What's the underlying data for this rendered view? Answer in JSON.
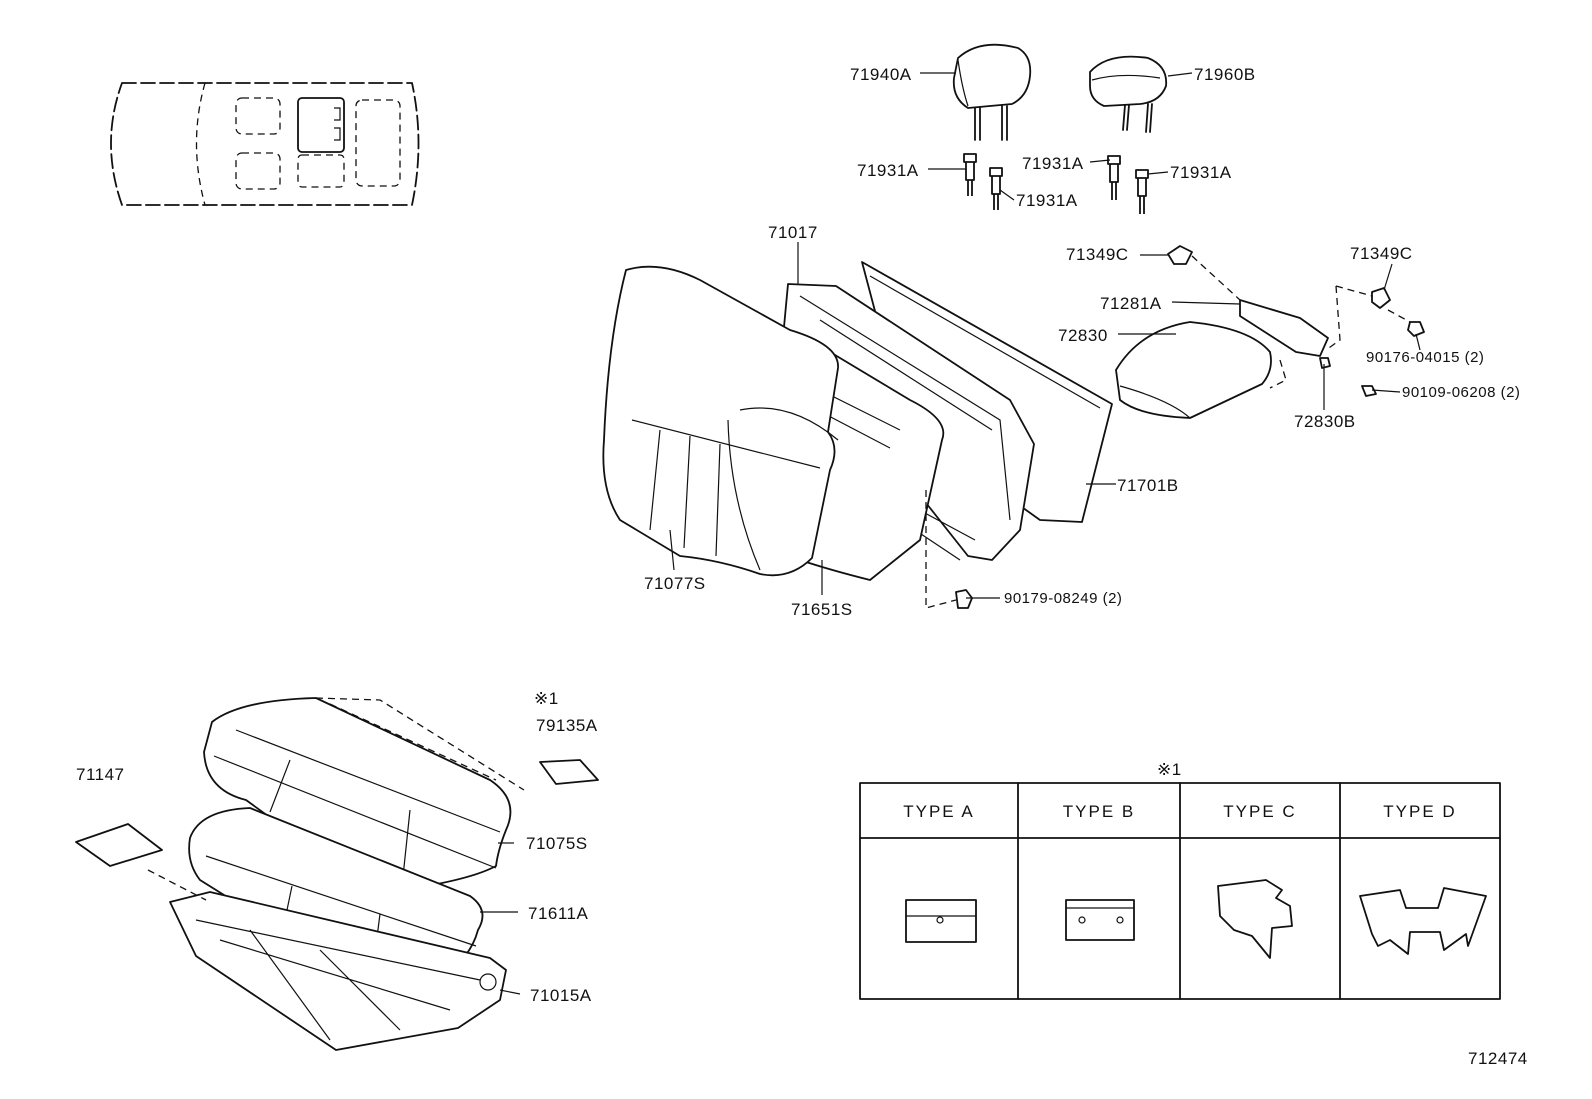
{
  "callouts": {
    "headrest_a": "71940A",
    "headrest_b": "71960B",
    "support_1": "71931A",
    "support_2": "71931A",
    "support_3": "71931A",
    "support_4": "71931A",
    "back_frame": "71017",
    "cover_pin_left": "71349C",
    "cover_pin_right": "71349C",
    "hinge": "71281A",
    "armrest": "72830",
    "armrest_nut": "90176-04015 (2)",
    "armrest_bolt": "90109-06208 (2)",
    "armrest_sub": "72830B",
    "back_board": "71701B",
    "back_cover": "71077S",
    "back_pad": "71651S",
    "back_nut": "90179-08249 (2)",
    "ref_mark_top": "※1",
    "pad_part": "79135A",
    "cushion_pad": "71147",
    "cushion_cover": "71075S",
    "cushion_pad_b": "71611A",
    "cushion_frame": "71015A",
    "diagram_id": "712474"
  },
  "type_table": {
    "mark": "※1",
    "headers": [
      "TYPE A",
      "TYPE B",
      "TYPE C",
      "TYPE D"
    ]
  }
}
